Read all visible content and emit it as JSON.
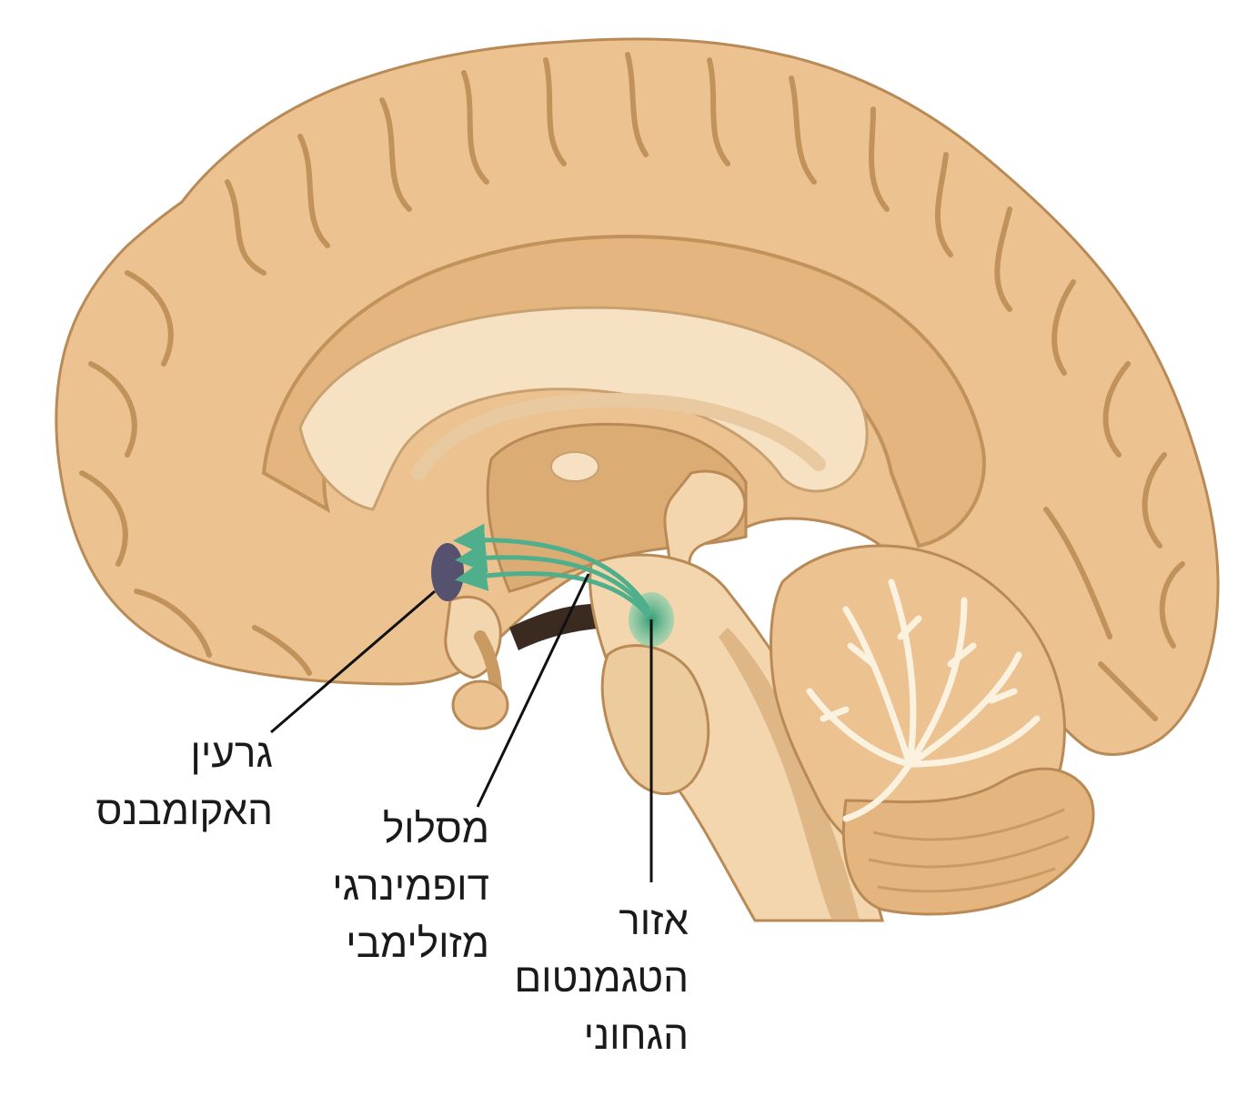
{
  "labels": {
    "nucleus_accumbens": {
      "line1": "גרעין",
      "line2": "האקומבנס"
    },
    "mesolimbic_pathway": {
      "line1": "מסלול",
      "line2": "דופמינרגי",
      "line3": "מזולימבי"
    },
    "vta": {
      "line1": "אזור",
      "line2": "הטגמנטום",
      "line3": "הגחוני"
    }
  },
  "colors": {
    "cortex": "#ebc290",
    "cortex_shadow": "#c99a62",
    "white_matter": "#f6e2c3",
    "deep_tissue": "#dbac74",
    "dark_gap": "#3a2a20",
    "accumbens": "#55516f",
    "pathway": "#4faf8c",
    "vta": "#3ca57f",
    "leader_line": "#111111"
  }
}
